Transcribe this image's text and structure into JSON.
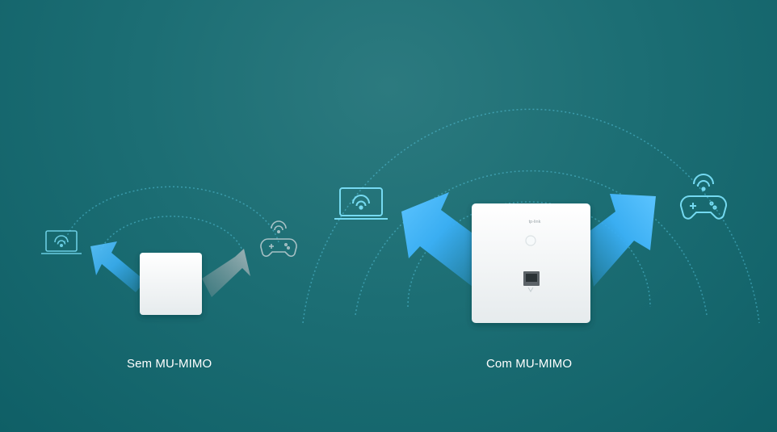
{
  "panels": {
    "left": {
      "caption": "Sem MU-MIMO"
    },
    "right": {
      "caption": "Com MU-MIMO"
    }
  },
  "device": {
    "logo": "tp-link"
  },
  "icons": [
    "laptop-wifi-icon",
    "gamepad-wifi-icon",
    "access-point-icon",
    "ethernet-port-icon"
  ],
  "colors": {
    "background": "#1c6e74",
    "arrow_blue": "#2fa8f0",
    "arrow_gray": "#9aa7ab",
    "line": "#5fd3f0",
    "icon": "#7fe6ff",
    "device": "#f3f6f7"
  }
}
